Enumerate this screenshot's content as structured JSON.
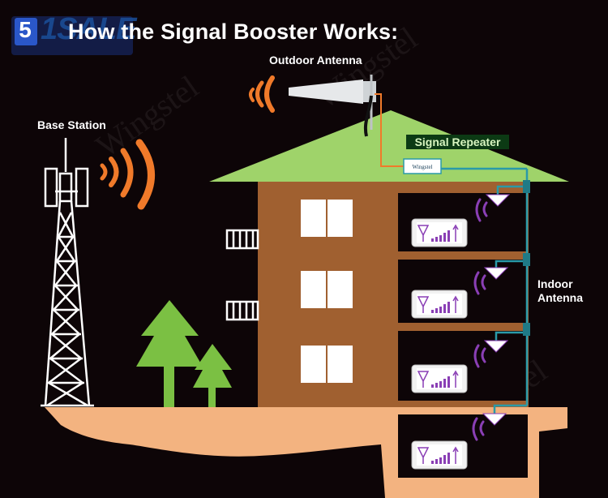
{
  "title": "How the Signal Booster Works:",
  "labels": {
    "outdoor_antenna": "Outdoor Antenna",
    "base_station": "Base Station",
    "signal_repeater": "Signal Repeater",
    "indoor_antenna": "Indoor Antenna"
  },
  "logo": {
    "number": "5",
    "text": "1SALE"
  },
  "repeater_brand": "Wingstel",
  "watermark": "Wingstel",
  "colors": {
    "background": "#0d0507",
    "roof": "#9fd36a",
    "wall": "#a06030",
    "ground": "#f3b380",
    "signal": "#f07a2a",
    "cable": "#2a9aa8",
    "tree": "#7bc043",
    "indoor_wave": "#8a3fb5"
  },
  "icons": [
    "cell-tower-icon",
    "outdoor-antenna-icon",
    "repeater-box-icon",
    "ceiling-antenna-icon",
    "phone-signal-icon",
    "tree-icon",
    "window-icon",
    "balcony-icon"
  ]
}
